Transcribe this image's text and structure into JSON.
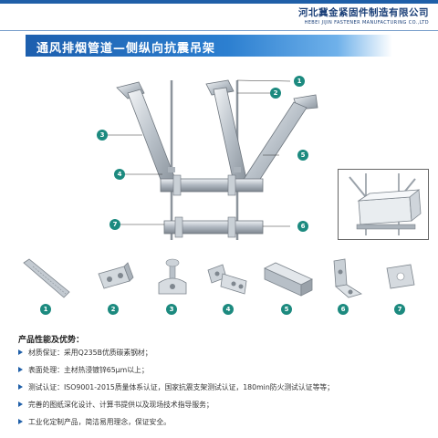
{
  "header": {
    "company_cn": "河北冀金紧固件制造有限公司",
    "company_en": "HEBEI JIJIN FASTENER MANUFACTURING CO.,LTD",
    "accent_color": "#1f5fa8"
  },
  "title": "通风排烟管道—侧纵向抗震吊架",
  "callouts": {
    "c1": "1",
    "c2": "2",
    "c3": "3",
    "c4": "4",
    "c5": "5",
    "c6": "6",
    "c7": "7"
  },
  "parts": [
    {
      "number": "1",
      "icon": "anchor-bolt-icon"
    },
    {
      "number": "2",
      "icon": "rod-coupler-icon"
    },
    {
      "number": "3",
      "icon": "hinge-connector-icon"
    },
    {
      "number": "4",
      "icon": "seismic-connector-icon"
    },
    {
      "number": "5",
      "icon": "c-channel-icon"
    },
    {
      "number": "6",
      "icon": "angle-bracket-icon"
    },
    {
      "number": "7",
      "icon": "square-washer-icon"
    }
  ],
  "advantages": {
    "title": "产品性能及优势：",
    "items": [
      "材质保证：采用Q235B优质碳素钢材；",
      "表面处理：主材热浸镀锌65μm以上；",
      "测试认证：ISO9001-2015质量体系认证，国家抗震支架测试认证，180min防火测试认证等等；",
      "完善的图纸深化设计、计算书提供以及现场技术指导服务；",
      "工业化定制产品，简洁易用理念，保证安全。"
    ]
  }
}
